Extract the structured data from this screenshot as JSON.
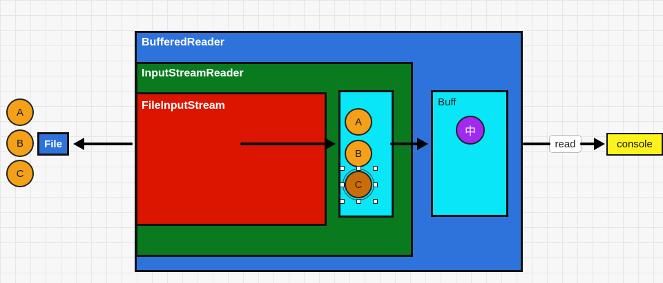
{
  "diagram": {
    "buffered_reader": "BufferedReader",
    "input_stream_reader": "InputStreamReader",
    "file_input_stream": "FileInputStream",
    "buff": "Buff",
    "buff_char": "中",
    "file": "File",
    "read": "read",
    "console": "console",
    "left_bytes": [
      "A",
      "B",
      "C"
    ],
    "buffer_bytes": [
      "A",
      "B",
      "C"
    ]
  },
  "colors": {
    "buffered_reader": "#2e73db",
    "input_stream_reader": "#0a7a1f",
    "file_input_stream": "#dc1500",
    "buffer": "#08e6f7",
    "byte": "#f5a019",
    "char": "#a02af0",
    "console": "#fff31b"
  }
}
